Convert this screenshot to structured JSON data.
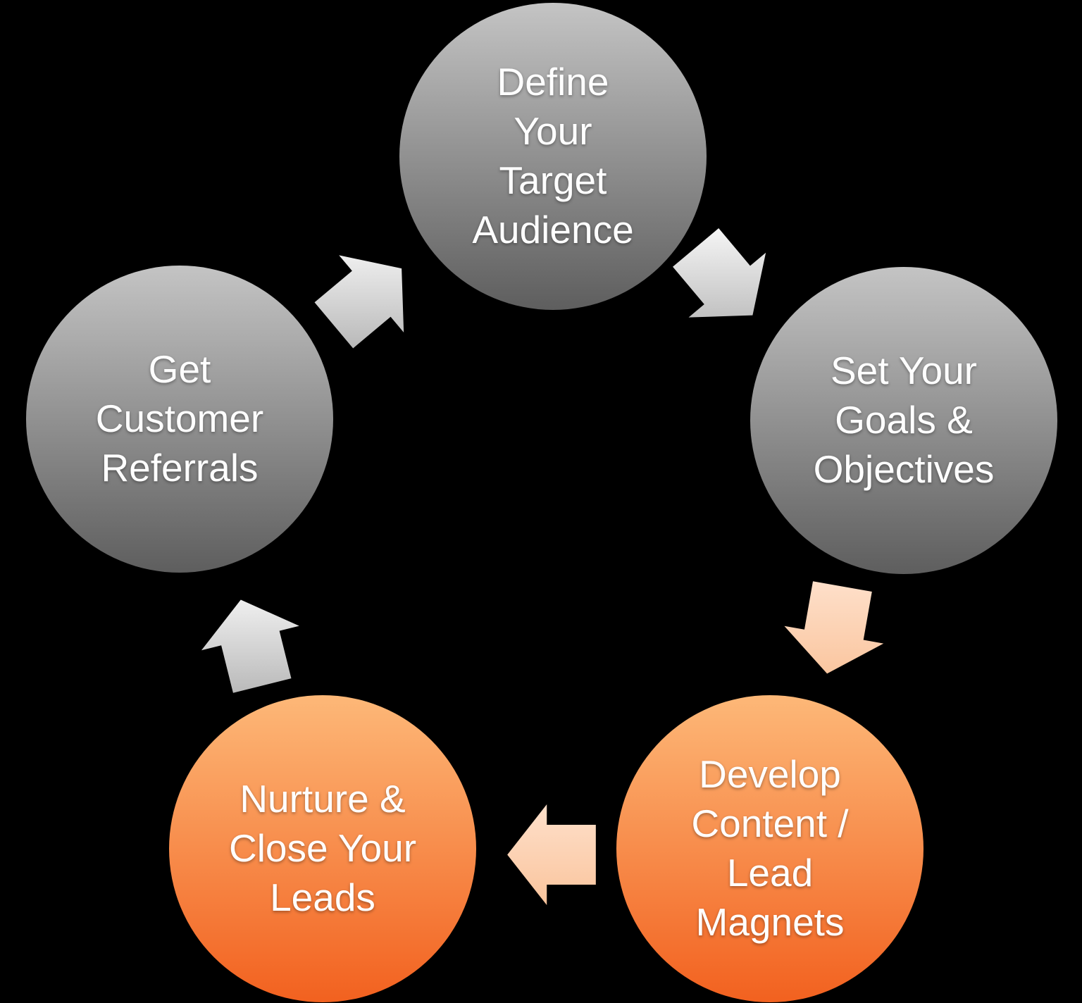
{
  "background_color": "#000000",
  "diagram": {
    "type": "cycle",
    "text_color": "#FFFFFF",
    "colors": {
      "gray_node_top": "#C4C4C4",
      "gray_node_bottom": "#5E5E5E",
      "orange_node_top": "#FDB878",
      "orange_node_bottom": "#F2611F",
      "silver_arrow_light": "#F4F4F4",
      "silver_arrow_dark": "#B9B9B9",
      "peach_arrow_light": "#FEE0CB",
      "peach_arrow_dark": "#FAC49C"
    },
    "nodes": [
      {
        "id": "define-target-audience",
        "label": "Define\nYour\nTarget\nAudience",
        "style": "gray",
        "position": "top"
      },
      {
        "id": "set-goals-objectives",
        "label": "Set Your\nGoals &\nObjectives",
        "style": "gray",
        "position": "right"
      },
      {
        "id": "develop-content-lead-magnets",
        "label": "Develop\nContent /\nLead\nMagnets",
        "style": "orange",
        "position": "bottom-right"
      },
      {
        "id": "nurture-close-leads",
        "label": "Nurture &\nClose Your\nLeads",
        "style": "orange",
        "position": "bottom-left"
      },
      {
        "id": "get-customer-referrals",
        "label": "Get\nCustomer\nReferrals",
        "style": "gray",
        "position": "left"
      }
    ],
    "arrows": [
      {
        "from": "get-customer-referrals",
        "to": "define-target-audience",
        "direction": "up-right",
        "style": "silver"
      },
      {
        "from": "define-target-audience",
        "to": "set-goals-objectives",
        "direction": "down-right",
        "style": "silver"
      },
      {
        "from": "set-goals-objectives",
        "to": "develop-content-lead-magnets",
        "direction": "down-left",
        "style": "peach"
      },
      {
        "from": "develop-content-lead-magnets",
        "to": "nurture-close-leads",
        "direction": "left",
        "style": "peach"
      },
      {
        "from": "nurture-close-leads",
        "to": "get-customer-referrals",
        "direction": "up",
        "style": "silver"
      }
    ]
  }
}
